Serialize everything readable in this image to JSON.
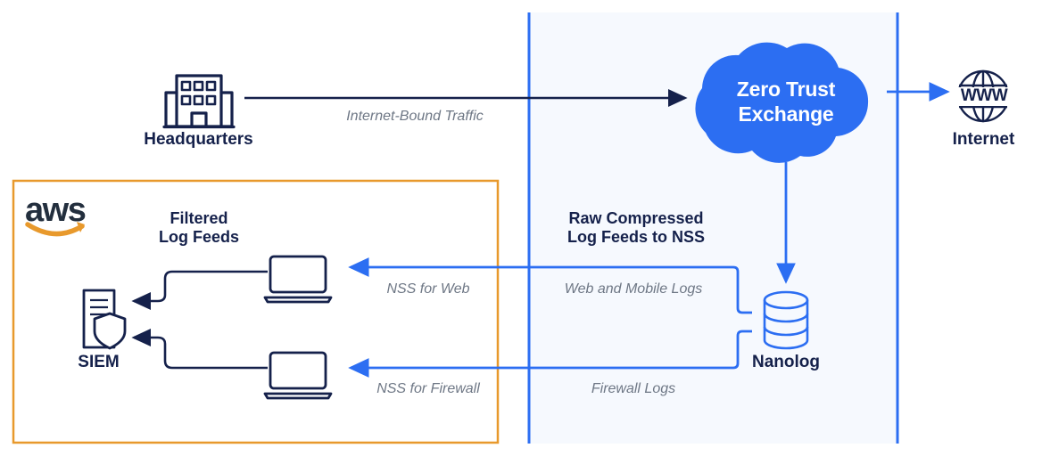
{
  "diagram": {
    "title_nodes": {
      "headquarters": "Headquarters",
      "internet": "Internet",
      "siem": "SIEM",
      "nanolog": "Nanolog"
    },
    "cloud": {
      "line1": "Zero Trust",
      "line2": "Exchange"
    },
    "globe_text": "WWW",
    "aws_logo_text": "aws",
    "section_labels": {
      "filtered": "Filtered\nLog Feeds",
      "raw": "Raw Compressed\nLog Feeds to NSS"
    },
    "flow_labels": {
      "internet_bound": "Internet-Bound Traffic",
      "nss_web": "NSS for Web",
      "nss_firewall": "NSS for Firewall",
      "web_mobile_logs": "Web and Mobile Logs",
      "firewall_logs": "Firewall Logs"
    },
    "colors": {
      "navy": "#15214b",
      "blue": "#2c6ef2",
      "aws_orange": "#e8992c",
      "panel_bg": "#f6f9fe",
      "gray_text": "#6e7785",
      "white": "#ffffff"
    }
  }
}
